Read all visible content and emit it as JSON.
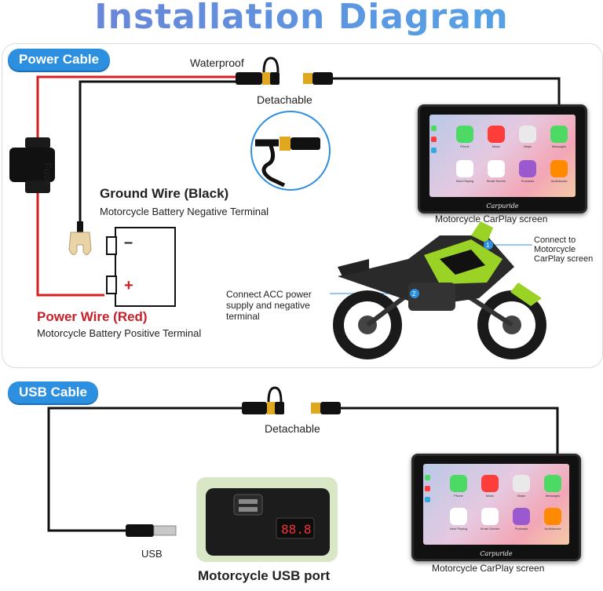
{
  "title": "Installation Diagram",
  "power_section": {
    "tag": "Power Cable",
    "waterproof": "Waterproof",
    "detachable": "Detachable",
    "fuse": "Fuse",
    "ground_title": "Ground Wire (Black)",
    "ground_sub": "Motorcycle Battery Negative Terminal",
    "power_title": "Power Wire (Red)",
    "power_sub": "Motorcycle Battery Positive Terminal",
    "screen_caption": "Motorcycle CarPlay screen",
    "connect_screen": [
      "Connect to",
      "Motorcycle",
      "CarPlay screen"
    ],
    "connect_acc": [
      "Connect ACC power",
      "supply and negative",
      "terminal"
    ],
    "battery_minus": "–",
    "battery_plus": "+",
    "marker1": "1",
    "marker2": "2"
  },
  "usb_section": {
    "tag": "USB Cable",
    "detachable": "Detachable",
    "usb": "USB",
    "usb_port": "Motorcycle USB port",
    "screen_caption": "Motorcycle CarPlay screen",
    "display_readout": "88.8"
  },
  "screen": {
    "brand": "Carpuride",
    "apps": [
      "Phone",
      "Music",
      "Maps",
      "Messages",
      "Now Playing",
      "Smart Screen",
      "Podcasts",
      "Audiobooks"
    ]
  },
  "colors": {
    "red_wire": "#d42020",
    "black_wire": "#111111",
    "tag_blue": "#2d8fe0",
    "title_blue": "#5b8fd8",
    "connector_yellow": "#e0a820"
  }
}
